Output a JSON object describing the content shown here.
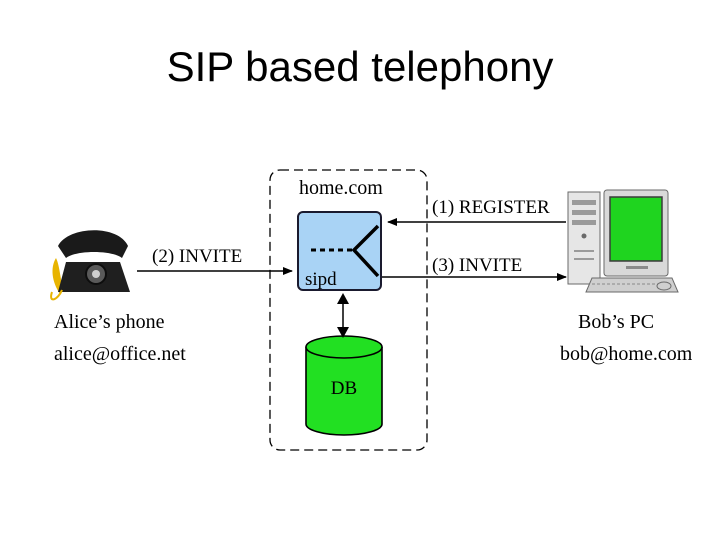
{
  "slide": {
    "title": "SIP based telephony"
  },
  "diagram": {
    "domain_label": "home.com",
    "server_label": "sipd",
    "db_label": "DB",
    "messages": {
      "register": "(1) REGISTER",
      "invite_alice": "(2) INVITE",
      "invite_bob": "(3) INVITE"
    },
    "alice": {
      "name": "Alice’s phone",
      "address": "alice@office.net"
    },
    "bob": {
      "name": "Bob’s PC",
      "address": "bob@home.com"
    }
  },
  "colors": {
    "server_fill": "#a9d3f5",
    "db_fill": "#22e022",
    "screen_fill": "#1fd41f"
  }
}
